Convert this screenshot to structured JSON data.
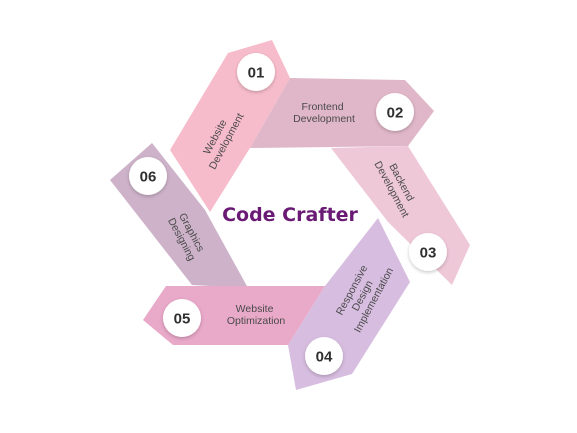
{
  "title": "Code Crafter",
  "steps": [
    {
      "number": "01",
      "label_lines": [
        "Website",
        "Development"
      ],
      "color": "#f7bccb"
    },
    {
      "number": "02",
      "label_lines": [
        "Frontend",
        "Development"
      ],
      "color": "#e0b7c8"
    },
    {
      "number": "03",
      "label_lines": [
        "Backend",
        "Development"
      ],
      "color": "#efc8d8"
    },
    {
      "number": "04",
      "label_lines": [
        "Responsive",
        "Design",
        "Implementation"
      ],
      "color": "#d7bde0"
    },
    {
      "number": "05",
      "label_lines": [
        "Website",
        "Optimization"
      ],
      "color": "#e9a9c9"
    },
    {
      "number": "06",
      "label_lines": [
        "Graphics",
        "Designing"
      ],
      "color": "#cdb2c9"
    }
  ]
}
